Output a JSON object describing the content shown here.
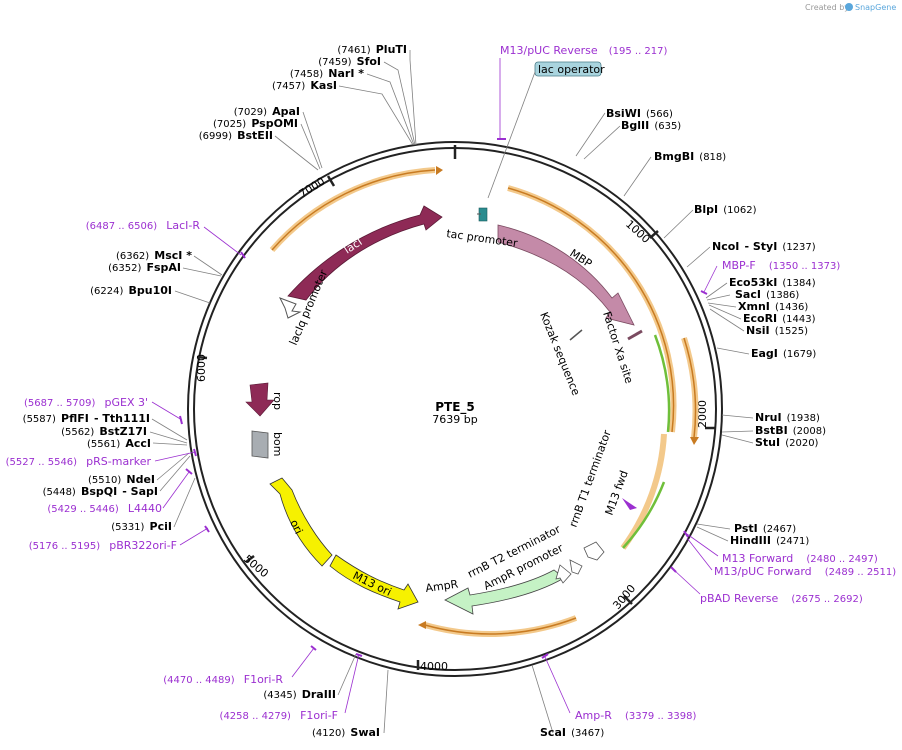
{
  "credit": {
    "prefix": "Created by",
    "brand": "SnapGene"
  },
  "plasmid": {
    "name": "PTE_5",
    "size": "7639 bp"
  },
  "tick_labels": [
    "1000",
    "2000",
    "3000",
    "4000",
    "5000",
    "6000",
    "7000"
  ],
  "enzymes": [
    {
      "name": "PluTI",
      "pos": "(7461)"
    },
    {
      "name": "SfoI",
      "pos": "(7459)"
    },
    {
      "name": "NarI *",
      "pos": "(7458)"
    },
    {
      "name": "KasI",
      "pos": "(7457)"
    },
    {
      "name": "ApaI",
      "pos": "(7029)"
    },
    {
      "name": "PspOMI",
      "pos": "(7025)"
    },
    {
      "name": "BstEII",
      "pos": "(6999)"
    },
    {
      "name": "MscI *",
      "pos": "(6362)"
    },
    {
      "name": "FspAI",
      "pos": "(6352)"
    },
    {
      "name": "Bpu10I",
      "pos": "(6224)"
    },
    {
      "name": "PflFI",
      "pos": "(5587)"
    },
    {
      "name": "- Tth111I",
      "pos": ""
    },
    {
      "name": "BstZ17I",
      "pos": "(5562)"
    },
    {
      "name": "AccI",
      "pos": "(5561)"
    },
    {
      "name": "NdeI",
      "pos": "(5510)"
    },
    {
      "name": "BspQI",
      "pos": "(5448)"
    },
    {
      "name": "- SapI",
      "pos": ""
    },
    {
      "name": "PciI",
      "pos": "(5331)"
    },
    {
      "name": "DraIII",
      "pos": "(4345)"
    },
    {
      "name": "SwaI",
      "pos": "(4120)"
    },
    {
      "name": "ScaI",
      "pos": "(3467)"
    },
    {
      "name": "BsiWI",
      "pos": "(566)"
    },
    {
      "name": "BglII",
      "pos": "(635)"
    },
    {
      "name": "BmgBI",
      "pos": "(818)"
    },
    {
      "name": "BlpI",
      "pos": "(1062)"
    },
    {
      "name": "NcoI",
      "pos": ""
    },
    {
      "name": "- StyI",
      "pos": "(1237)"
    },
    {
      "name": "Eco53kI",
      "pos": "(1384)"
    },
    {
      "name": "SacI",
      "pos": "(1386)"
    },
    {
      "name": "XmnI",
      "pos": "(1436)"
    },
    {
      "name": "EcoRI",
      "pos": "(1443)"
    },
    {
      "name": "NsiI",
      "pos": "(1525)"
    },
    {
      "name": "EagI",
      "pos": "(1679)"
    },
    {
      "name": "NruI",
      "pos": "(1938)"
    },
    {
      "name": "BstBI",
      "pos": "(2008)"
    },
    {
      "name": "StuI",
      "pos": "(2020)"
    },
    {
      "name": "PstI",
      "pos": "(2467)"
    },
    {
      "name": "HindIII",
      "pos": "(2471)"
    }
  ],
  "primers": [
    {
      "name": "M13/pUC Reverse",
      "pos": "(195 .. 217)"
    },
    {
      "name": "LacI-R",
      "pos": "(6487 .. 6506)"
    },
    {
      "name": "pGEX 3'",
      "pos": "(5687 .. 5709)"
    },
    {
      "name": "pRS-marker",
      "pos": "(5527 .. 5546)"
    },
    {
      "name": "L4440",
      "pos": "(5429 .. 5446)"
    },
    {
      "name": "pBR322ori-F",
      "pos": "(5176 .. 5195)"
    },
    {
      "name": "F1ori-R",
      "pos": "(4470 .. 4489)"
    },
    {
      "name": "F1ori-F",
      "pos": "(4258 .. 4279)"
    },
    {
      "name": "Amp-R",
      "pos": "(3379 .. 3398)"
    },
    {
      "name": "MBP-F",
      "pos": "(1350 .. 1373)"
    },
    {
      "name": "M13 Forward",
      "pos": "(2480 .. 2497)"
    },
    {
      "name": "M13/pUC Forward",
      "pos": "(2489 .. 2511)"
    },
    {
      "name": "pBAD Reverse",
      "pos": "(2675 .. 2692)"
    }
  ],
  "features": [
    {
      "name": "lac operator"
    },
    {
      "name": "tac promoter"
    },
    {
      "name": "MBP"
    },
    {
      "name": "Factor Xa site"
    },
    {
      "name": "Kozak sequence"
    },
    {
      "name": "lacI"
    },
    {
      "name": "lacIq promoter"
    },
    {
      "name": "rop"
    },
    {
      "name": "bom"
    },
    {
      "name": "ori"
    },
    {
      "name": "M13 ori"
    },
    {
      "name": "AmpR"
    },
    {
      "name": "AmpR promoter"
    },
    {
      "name": "rrnB T2 terminator"
    },
    {
      "name": "rrnB T1 terminator"
    },
    {
      "name": "M13 fwd"
    }
  ],
  "colors": {
    "backbone": "#222222",
    "primer": "#9b2fd0",
    "orf_highlight": "#f3c98b",
    "orf_arrow": "#c87b22",
    "lacI": "#8e2a56",
    "MBP": "#c48aa8",
    "rop": "#8e2a56",
    "bom": "#a8adb2",
    "ori": "#f6f100",
    "AmpR": "#c5f2c5",
    "green_arc": "#6fbf3a",
    "lac_operator": "#a9d4de",
    "tac": "#2a8c8f"
  }
}
